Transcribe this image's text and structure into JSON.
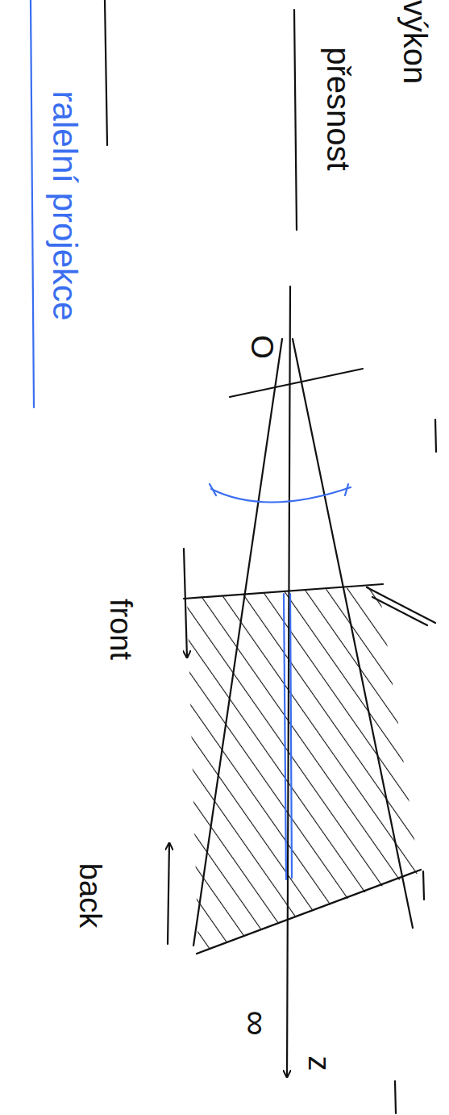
{
  "diagram": {
    "labels": [
      "výkon",
      "přesnost",
      "ralelní projekce",
      "O",
      "front",
      "back",
      "∞",
      "z"
    ]
  }
}
